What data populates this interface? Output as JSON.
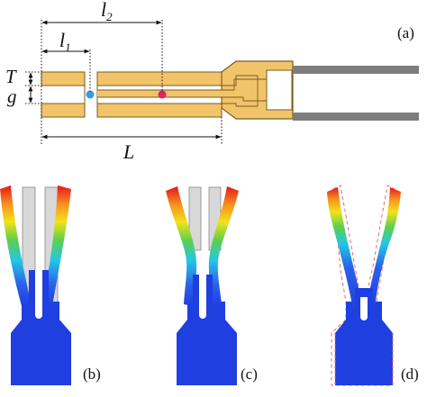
{
  "panels": {
    "a": "(a)",
    "b": "(b)",
    "c": "(c)",
    "d": "(d)"
  },
  "dims": {
    "l2_main": "l",
    "l2_sub": "2",
    "l1_main": "l",
    "l1_sub": "1",
    "T": "T",
    "g": "g",
    "L": "L"
  },
  "colors": {
    "body_fill": "#f2c46a",
    "body_stroke": "#7a5a20",
    "rod": "#7d7d7d",
    "marker_blue": "#3b9be0",
    "marker_pink": "#e0246a",
    "fem_base": "#1f3fe0",
    "fem_stub": "#d8d8d8",
    "ghost_outline": "#e07070"
  }
}
